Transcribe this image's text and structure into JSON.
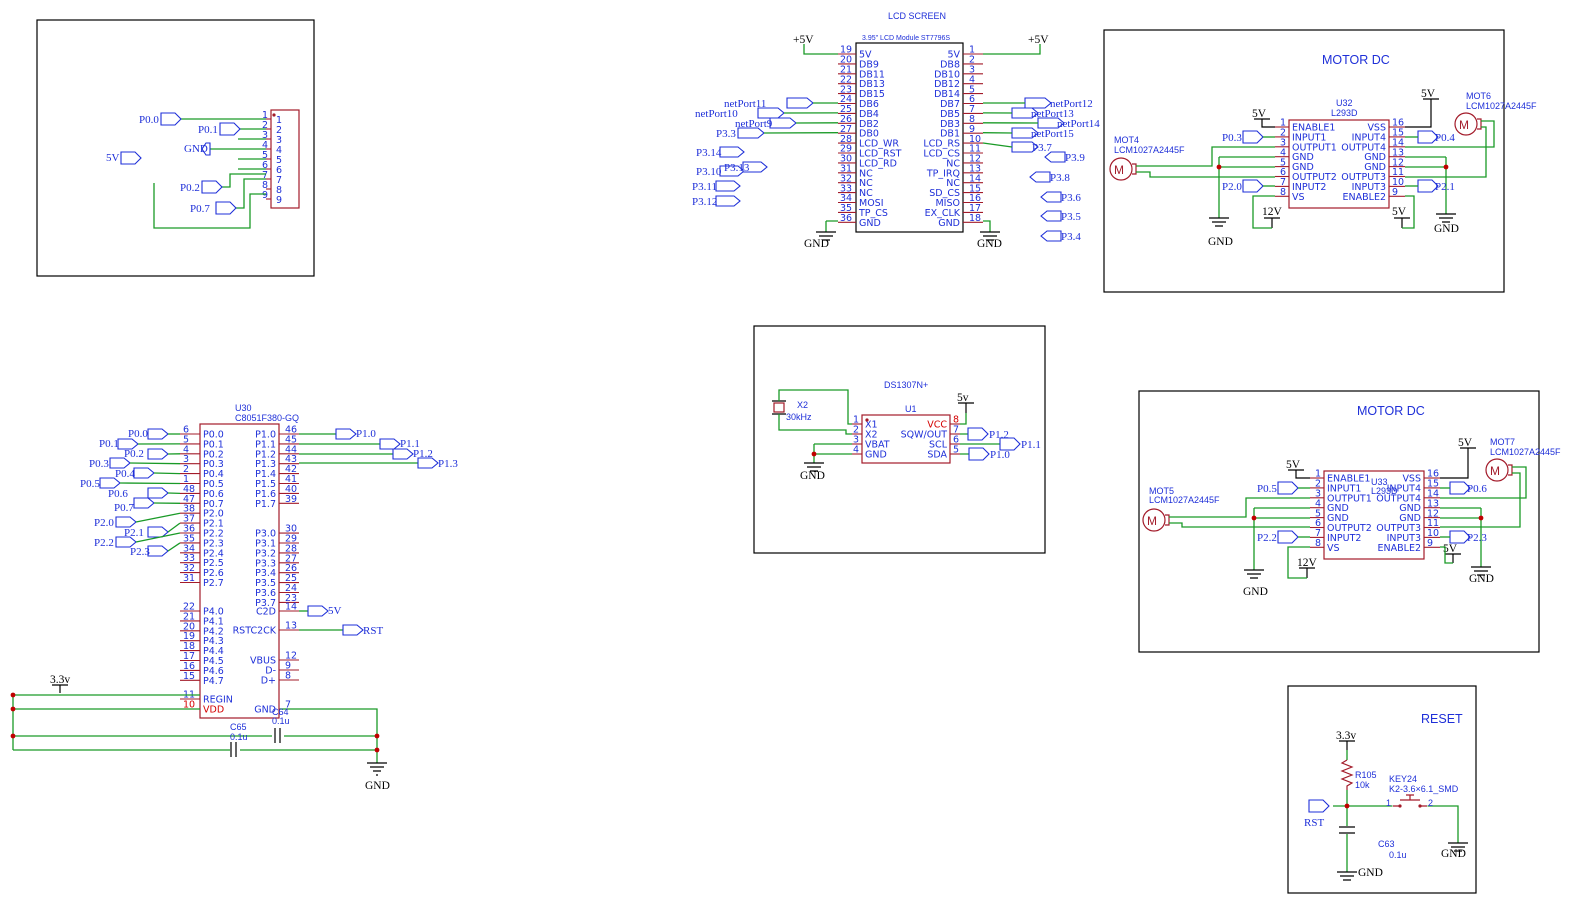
{
  "pinmap": {
    "labels": [
      "P0.0",
      "P0.1",
      "GND",
      "5V",
      "P0.2",
      "P0.7"
    ],
    "pins": [
      "1",
      "2",
      "3",
      "4",
      "5",
      "6",
      "7",
      "8",
      "9"
    ]
  },
  "mcu": {
    "ref": "U30",
    "part": "C8051F380-GQ",
    "left": [
      {
        "n": "6",
        "name": "P0.0"
      },
      {
        "n": "5",
        "name": "P0.1"
      },
      {
        "n": "4",
        "name": "P0.2"
      },
      {
        "n": "3",
        "name": "P0.3"
      },
      {
        "n": "2",
        "name": "P0.4"
      },
      {
        "n": "1",
        "name": "P0.5"
      },
      {
        "n": "48",
        "name": "P0.6"
      },
      {
        "n": "47",
        "name": "P0.7"
      },
      {
        "n": "38",
        "name": "P2.0"
      },
      {
        "n": "37",
        "name": "P2.1"
      },
      {
        "n": "36",
        "name": "P2.2"
      },
      {
        "n": "35",
        "name": "P2.3"
      },
      {
        "n": "34",
        "name": "P2.4"
      },
      {
        "n": "33",
        "name": "P2.5"
      },
      {
        "n": "32",
        "name": "P2.6"
      },
      {
        "n": "31",
        "name": "P2.7"
      },
      {
        "n": "22",
        "name": "P4.0"
      },
      {
        "n": "21",
        "name": "P4.1"
      },
      {
        "n": "20",
        "name": "P4.2"
      },
      {
        "n": "19",
        "name": "P4.3"
      },
      {
        "n": "18",
        "name": "P4.4"
      },
      {
        "n": "17",
        "name": "P4.5"
      },
      {
        "n": "16",
        "name": "P4.6"
      },
      {
        "n": "15",
        "name": "P4.7"
      },
      {
        "n": "11",
        "name": "REGIN"
      },
      {
        "n": "10",
        "name": "VDD"
      }
    ],
    "right": [
      {
        "n": "46",
        "name": "P1.0"
      },
      {
        "n": "45",
        "name": "P1.1"
      },
      {
        "n": "44",
        "name": "P1.2"
      },
      {
        "n": "43",
        "name": "P1.3"
      },
      {
        "n": "42",
        "name": "P1.4"
      },
      {
        "n": "41",
        "name": "P1.5"
      },
      {
        "n": "40",
        "name": "P1.6"
      },
      {
        "n": "39",
        "name": "P1.7"
      },
      {
        "n": "30",
        "name": "P3.0"
      },
      {
        "n": "29",
        "name": "P3.1"
      },
      {
        "n": "28",
        "name": "P3.2"
      },
      {
        "n": "27",
        "name": "P3.3"
      },
      {
        "n": "26",
        "name": "P3.4"
      },
      {
        "n": "25",
        "name": "P3.5"
      },
      {
        "n": "24",
        "name": "P3.6"
      },
      {
        "n": "23",
        "name": "P3.7"
      },
      {
        "n": "14",
        "name": "C2D"
      },
      {
        "n": "13",
        "name": "RSTC2CK"
      },
      {
        "n": "12",
        "name": "VBUS"
      },
      {
        "n": "9",
        "name": "D-"
      },
      {
        "n": "8",
        "name": "D+"
      },
      {
        "n": "7",
        "name": "GND"
      }
    ],
    "left_flags": [
      "P0.0",
      "P0.1",
      "P0.2",
      "P0.3",
      "P0.4",
      "P0.5",
      "P0.6",
      "P0.7",
      "P2.0",
      "P2.1",
      "P2.2",
      "P2.3"
    ],
    "right_flags": [
      "P1.0",
      "P1.1",
      "P1.2",
      "P1.3",
      "5V",
      "RST"
    ],
    "supply": "3.3v",
    "gnd": "GND",
    "c65": {
      "ref": "C65",
      "val": "0.1u"
    },
    "c64": {
      "ref": "C64",
      "val": "0.1u"
    }
  },
  "lcd": {
    "title": "LCD  SCREEN",
    "module": "3.95\" LCD Module ST7796S",
    "left": [
      {
        "n": "19",
        "name": "5V"
      },
      {
        "n": "20",
        "name": "DB9"
      },
      {
        "n": "21",
        "name": "DB11"
      },
      {
        "n": "22",
        "name": "DB13"
      },
      {
        "n": "23",
        "name": "DB15"
      },
      {
        "n": "24",
        "name": "DB6"
      },
      {
        "n": "25",
        "name": "DB4"
      },
      {
        "n": "26",
        "name": "DB2"
      },
      {
        "n": "27",
        "name": "DB0"
      },
      {
        "n": "28",
        "name": "LCD_WR"
      },
      {
        "n": "29",
        "name": "LCD_RST"
      },
      {
        "n": "30",
        "name": "LCD_RD"
      },
      {
        "n": "31",
        "name": "NC"
      },
      {
        "n": "32",
        "name": "NC"
      },
      {
        "n": "33",
        "name": "NC"
      },
      {
        "n": "34",
        "name": "MOSI"
      },
      {
        "n": "35",
        "name": "TP_CS"
      },
      {
        "n": "36",
        "name": "GND"
      }
    ],
    "right": [
      {
        "n": "1",
        "name": "5V"
      },
      {
        "n": "2",
        "name": "DB8"
      },
      {
        "n": "3",
        "name": "DB10"
      },
      {
        "n": "4",
        "name": "DB12"
      },
      {
        "n": "5",
        "name": "DB14"
      },
      {
        "n": "6",
        "name": "DB7"
      },
      {
        "n": "7",
        "name": "DB5"
      },
      {
        "n": "8",
        "name": "DB3"
      },
      {
        "n": "9",
        "name": "DB1"
      },
      {
        "n": "10",
        "name": "LCD_RS"
      },
      {
        "n": "11",
        "name": "LCD_CS"
      },
      {
        "n": "12",
        "name": "NC"
      },
      {
        "n": "13",
        "name": "TP_IRQ"
      },
      {
        "n": "14",
        "name": "NC"
      },
      {
        "n": "15",
        "name": "SD_CS"
      },
      {
        "n": "16",
        "name": "MISO"
      },
      {
        "n": "17",
        "name": "EX_CLK"
      },
      {
        "n": "18",
        "name": "GND"
      }
    ],
    "left_nets": [
      "netPort11",
      "netPort10",
      "netPort9",
      "P3.3"
    ],
    "right_nets": [
      "netPort12",
      "netPort13",
      "netPort14",
      "netPort15",
      "P3.7"
    ],
    "loose_left": [
      "P3.14",
      "P3.10",
      "P3.13",
      "P3.11",
      "P3.12"
    ],
    "loose_right": [
      "P3.9",
      "P3.8",
      "P3.6",
      "P3.5",
      "P3.4"
    ],
    "power": "+5V",
    "gnd": "GND"
  },
  "rtc": {
    "title": "DS1307N+",
    "ref": "U1",
    "crystal": {
      "ref": "X2",
      "val": "30kHz"
    },
    "left": [
      {
        "n": "1",
        "name": "X1"
      },
      {
        "n": "2",
        "name": "X2"
      },
      {
        "n": "3",
        "name": "VBAT"
      },
      {
        "n": "4",
        "name": "GND"
      }
    ],
    "right": [
      {
        "n": "8",
        "name": "VCC"
      },
      {
        "n": "7",
        "name": "SQW/OUT"
      },
      {
        "n": "6",
        "name": "SCL"
      },
      {
        "n": "5",
        "name": "SDA"
      }
    ],
    "flags": [
      "P1.2",
      "P1.1",
      "P1.0"
    ],
    "supply": "5v",
    "gnd": "GND"
  },
  "motor1": {
    "title": "MOTOR DC",
    "ref": "U32",
    "part": "L293D",
    "left": [
      {
        "n": "1",
        "name": "ENABLE1"
      },
      {
        "n": "2",
        "name": "INPUT1"
      },
      {
        "n": "3",
        "name": "OUTPUT1"
      },
      {
        "n": "4",
        "name": "GND"
      },
      {
        "n": "5",
        "name": "GND"
      },
      {
        "n": "6",
        "name": "OUTPUT2"
      },
      {
        "n": "7",
        "name": "INPUT2"
      },
      {
        "n": "8",
        "name": "VS"
      }
    ],
    "right": [
      {
        "n": "16",
        "name": "VSS"
      },
      {
        "n": "15",
        "name": "INPUT4"
      },
      {
        "n": "14",
        "name": "OUTPUT4"
      },
      {
        "n": "13",
        "name": "GND"
      },
      {
        "n": "12",
        "name": "GND"
      },
      {
        "n": "11",
        "name": "OUTPUT3"
      },
      {
        "n": "10",
        "name": "INPUT3"
      },
      {
        "n": "9",
        "name": "ENABLE2"
      }
    ],
    "flags": [
      "P0.3",
      "P2.0",
      "P0.4",
      "P2.1"
    ],
    "motA": {
      "ref": "MOT4",
      "part": "LCM1027A2445F"
    },
    "motB": {
      "ref": "MOT6",
      "part": "LCM1027A2445F"
    },
    "p5v": "5V",
    "p12v": "12V",
    "gnd": "GND"
  },
  "motor2": {
    "title": "MOTOR DC",
    "ref": "U33",
    "part": "L293D",
    "left": [
      {
        "n": "1",
        "name": "ENABLE1"
      },
      {
        "n": "2",
        "name": "INPUT1"
      },
      {
        "n": "3",
        "name": "OUTPUT1"
      },
      {
        "n": "4",
        "name": "GND"
      },
      {
        "n": "5",
        "name": "GND"
      },
      {
        "n": "6",
        "name": "OUTPUT2"
      },
      {
        "n": "7",
        "name": "INPUT2"
      },
      {
        "n": "8",
        "name": "VS"
      }
    ],
    "right": [
      {
        "n": "16",
        "name": "VSS"
      },
      {
        "n": "15",
        "name": "INPUT4"
      },
      {
        "n": "14",
        "name": "OUTPUT4"
      },
      {
        "n": "13",
        "name": "GND"
      },
      {
        "n": "12",
        "name": "GND"
      },
      {
        "n": "11",
        "name": "OUTPUT3"
      },
      {
        "n": "10",
        "name": "INPUT3"
      },
      {
        "n": "9",
        "name": "ENABLE2"
      }
    ],
    "flags": [
      "P0.5",
      "P2.2",
      "P0.6",
      "P2.3"
    ],
    "motA": {
      "ref": "MOT5",
      "part": "LCM1027A2445F"
    },
    "motB": {
      "ref": "MOT7",
      "part": "LCM1027A2445F"
    },
    "p5v": "5V",
    "p12v": "12V",
    "gnd": "GND"
  },
  "reset": {
    "title": "RESET",
    "supply": "3.3v",
    "resistor": {
      "ref": "R105",
      "val": "10k"
    },
    "key": {
      "ref": "KEY24",
      "part": "K2-3.6×6.1_SMD",
      "p1": "1",
      "p2": "2"
    },
    "cap": {
      "ref": "C63",
      "val": "0.1u"
    },
    "flag": "RST",
    "gnd": "GND"
  },
  "colors": {
    "wire": "#1a9a27",
    "chip": "#a31b2a",
    "label": "#1e2fd8",
    "pin_red": "#d40000"
  }
}
